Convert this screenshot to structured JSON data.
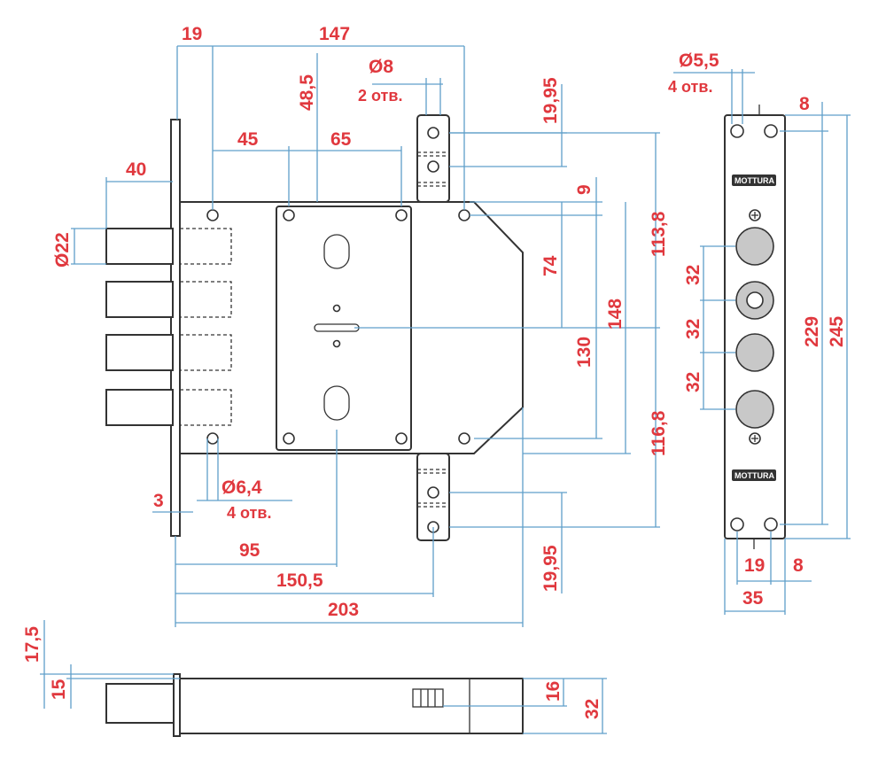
{
  "dimensions": {
    "d19_top": "19",
    "d147": "147",
    "d48_5": "48,5",
    "d8_hole": "Ø8",
    "d8_hole_count": "2 отв.",
    "d19_95_top": "19,95",
    "d45": "45",
    "d65": "65",
    "d40": "40",
    "d22": "Ø22",
    "d9": "9",
    "d113_8": "113,8",
    "d74": "74",
    "d148": "148",
    "d130": "130",
    "d116_8": "116,8",
    "d6_4_hole": "Ø6,4",
    "d6_4_hole_count": "4 отв.",
    "d3": "3",
    "d95": "95",
    "d150_5": "150,5",
    "d203": "203",
    "d19_95_bottom": "19,95",
    "d5_5_hole": "Ø5,5",
    "d5_5_hole_count": "4 отв.",
    "d8_plate_top": "8",
    "d32_a": "32",
    "d32_b": "32",
    "d32_c": "32",
    "d229": "229",
    "d245": "245",
    "d19_plate": "19",
    "d8_plate_bottom": "8",
    "d35": "35",
    "d17_5": "17,5",
    "d15": "15",
    "d16": "16",
    "d32_side": "32"
  },
  "logos": {
    "upper": "MOTTURA",
    "lower": "MOTTURA"
  },
  "colors": {
    "dimension_text": "#e0383e",
    "dimension_line": "#5f9fc9",
    "outline": "#333333"
  }
}
